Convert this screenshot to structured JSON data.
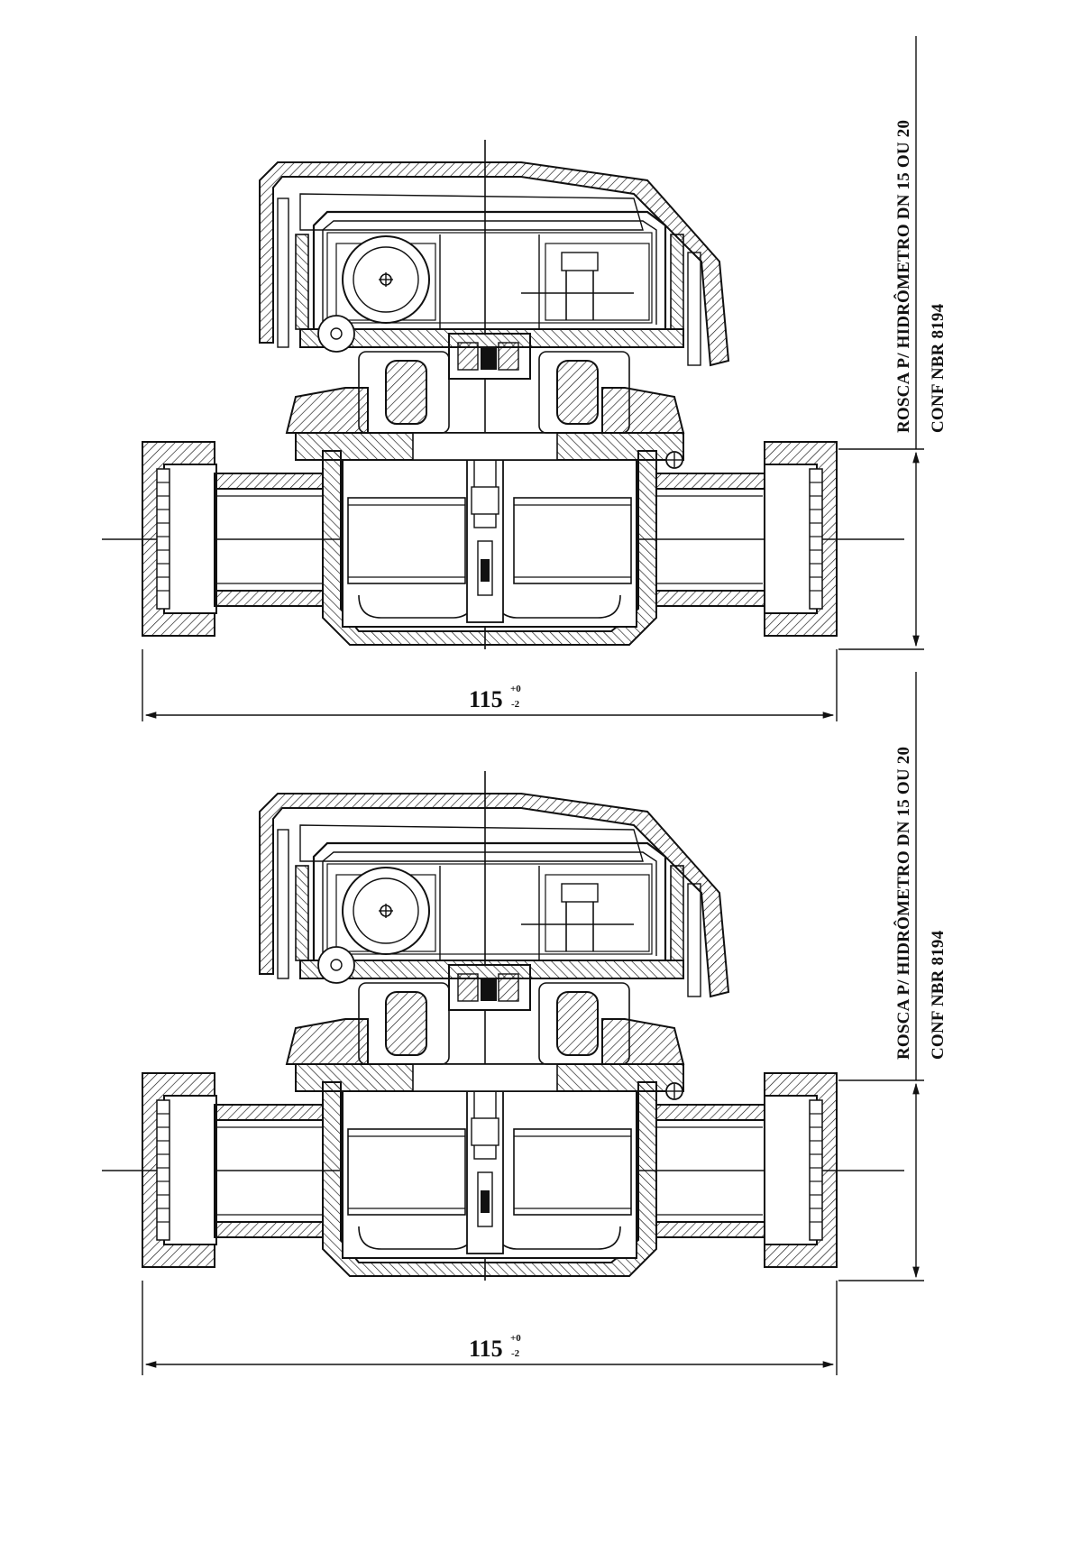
{
  "drawing": {
    "views": [
      {
        "id": "top",
        "note_line1": "ROSCA P/ HIDRÔMETRO DN 15 OU 20",
        "note_line2": "CONF NBR 8194",
        "dimension_value": "115",
        "tolerance_upper": "+0",
        "tolerance_lower": "-2"
      },
      {
        "id": "bottom",
        "note_line1": "ROSCA P/ HIDRÔMETRO DN 15 OU 20",
        "note_line2": "CONF NBR 8194",
        "dimension_value": "115",
        "tolerance_upper": "+0",
        "tolerance_lower": "-2"
      }
    ]
  },
  "colors": {
    "line": "#111111",
    "paper": "#ffffff"
  }
}
